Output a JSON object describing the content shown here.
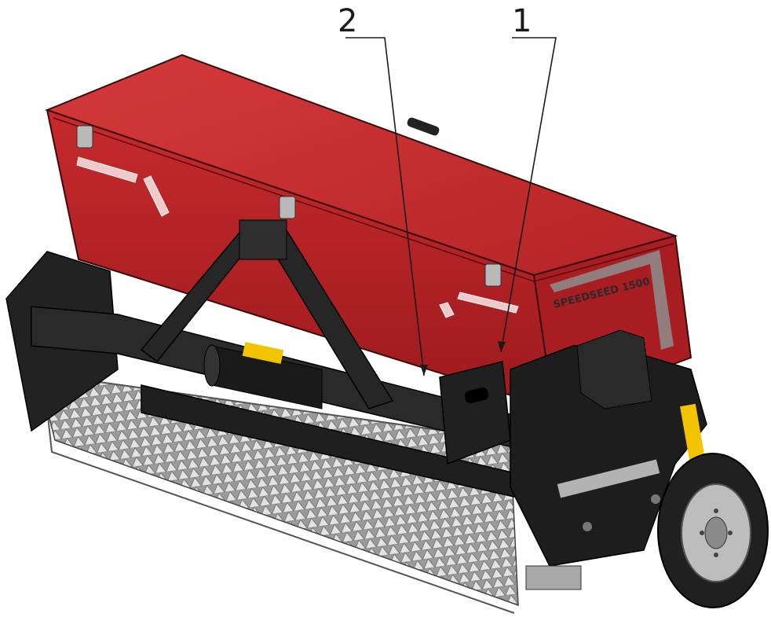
{
  "callouts": [
    {
      "label": "2"
    },
    {
      "label": "1"
    }
  ],
  "decal_text": "SPEEDSEED 1500",
  "colors": {
    "hopper_red": "#b81f23",
    "hopper_dark_red": "#7e1416",
    "frame_black": "#1e1e1e",
    "spike_grey": "#c9c9c9",
    "decal_yellow": "#f2c400",
    "tire_black": "#202020",
    "rim_grey": "#bdbdbd"
  }
}
